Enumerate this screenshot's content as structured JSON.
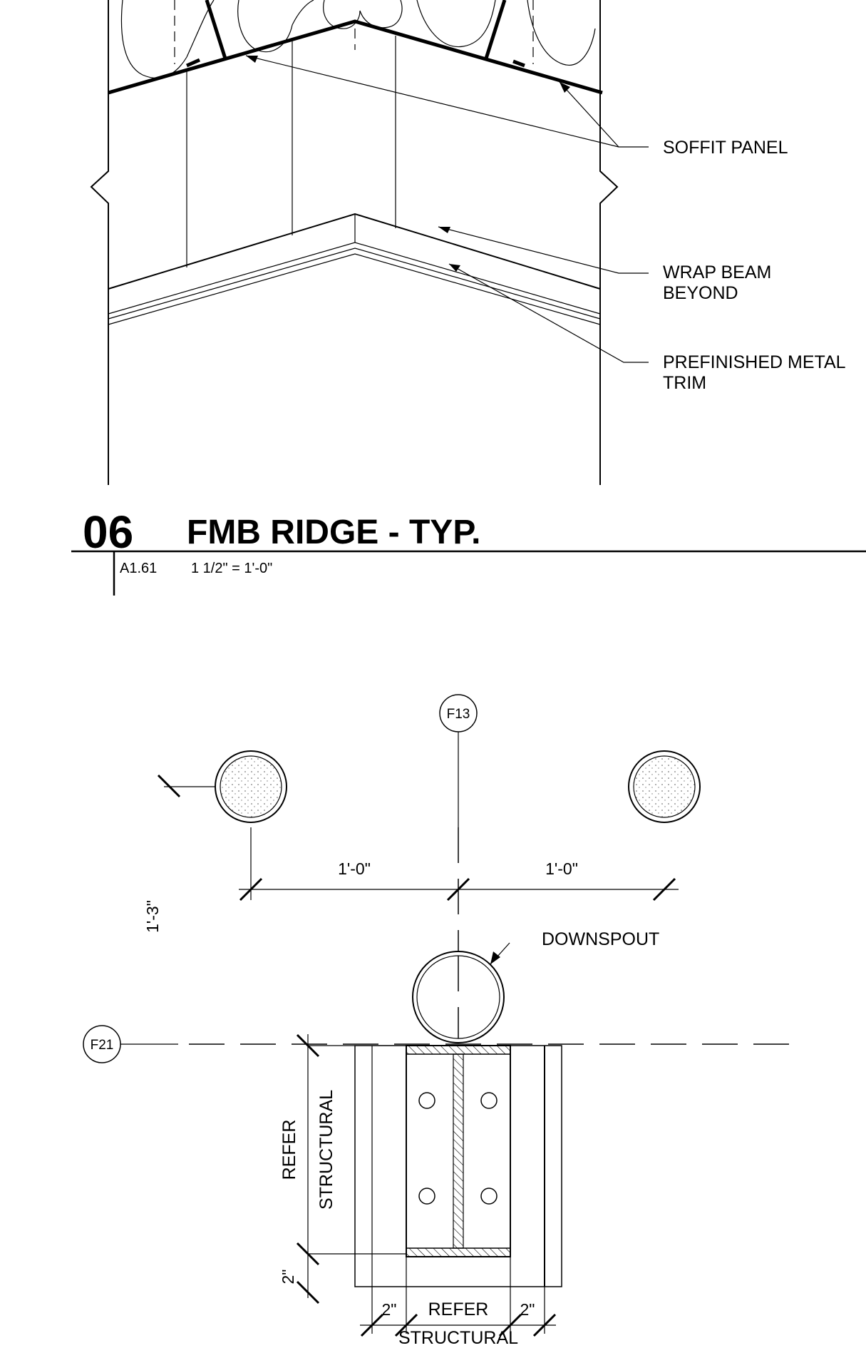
{
  "detail_top": {
    "callouts": {
      "soffit_panel": "SOFFIT PANEL",
      "wrap_beam_line1": "WRAP BEAM",
      "wrap_beam_line2": "BEYOND",
      "trim_line1": "PREFINISHED METAL",
      "trim_line2": "TRIM"
    }
  },
  "title_block": {
    "number": "06",
    "title": "FMB RIDGE - TYP.",
    "sheet_ref": "A1.61",
    "scale": "1 1/2\" = 1'-0\""
  },
  "detail_bottom": {
    "grid_tags": {
      "f13": "F13",
      "f21": "F21"
    },
    "dims": {
      "left_spacing": "1'-0\"",
      "right_spacing": "1'-0\"",
      "vertical": "1'-3\"",
      "bottom_left": "2\"",
      "bottom_right": "2\"",
      "left_bottom": "2\""
    },
    "labels": {
      "downspout": "DOWNSPOUT",
      "refer_v": "REFER",
      "structural_v": "STRUCTURAL",
      "refer_h": "REFER",
      "structural_h": "STRUCTURAL"
    }
  },
  "colors": {
    "ink": "#000000",
    "paper": "#ffffff"
  }
}
